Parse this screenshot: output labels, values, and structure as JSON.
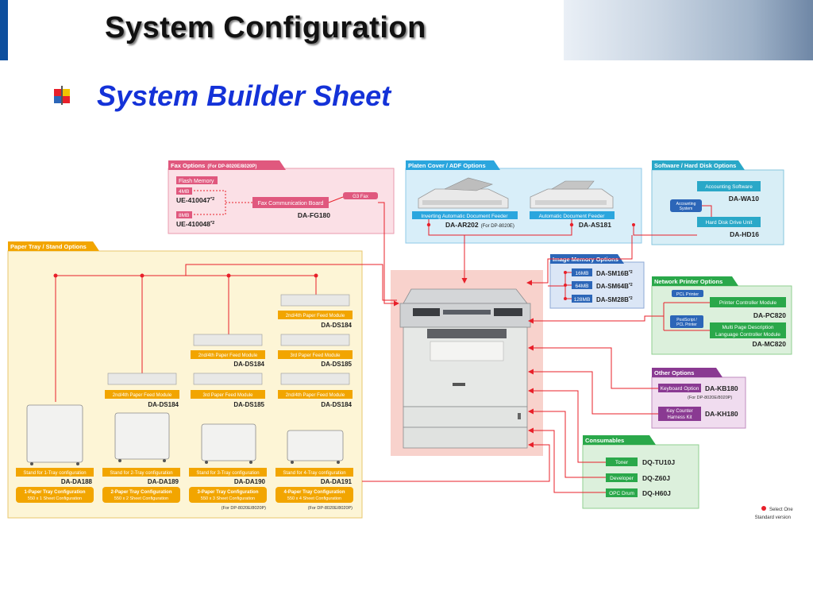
{
  "slide": {
    "title": "System Configuration",
    "subtitle": "System Builder Sheet"
  },
  "colors": {
    "header_blue": "#0e4f9e",
    "subtitle_blue": "#1432d8",
    "fax_pink": "#e0587e",
    "paper_orange": "#f2a500",
    "platen_blue": "#2ba6de",
    "software_teal": "#2aa8c8",
    "memory_blue": "#2c66b8",
    "network_green": "#2aa84a",
    "other_purple": "#8a3a92",
    "connector_red": "#e8202a"
  },
  "fax": {
    "header": "Fax Options",
    "header_note": "(For DP-8020E/8020P)",
    "flash_label": "Flash Memory",
    "mem1_size": "4MB",
    "mem1_model": "UE-410047",
    "mem1_note": "*2",
    "mem2_size": "8MB",
    "mem2_model": "UE-410048",
    "mem2_note": "*2",
    "board_label": "Fax Communication Board",
    "board_model": "DA-FG180",
    "g3_label": "G3 Fax"
  },
  "platen": {
    "header": "Platen Cover / ADF Options",
    "item1_label": "Inverting Automatic Document Feeder",
    "item1_model": "DA-AR202",
    "item1_note": "(For DP-8020E)",
    "item2_label": "Automatic Document Feeder",
    "item2_model": "DA-AS181"
  },
  "software": {
    "header": "Software / Hard Disk Options",
    "accounting_label": "Accounting Software",
    "accounting_model": "DA-WA10",
    "sub_label_1": "Accounting",
    "sub_label_2": "System",
    "hdd_label": "Hard Disk Drive Unit",
    "hdd_model": "DA-HD16"
  },
  "memory": {
    "header": "Image Memory Options",
    "items": [
      {
        "size": "16MB",
        "model": "DA-SM16B",
        "note": "*2"
      },
      {
        "size": "64MB",
        "model": "DA-SM64B",
        "note": "*2"
      },
      {
        "size": "128MB",
        "model": "DA-SM28B",
        "note": "*2"
      }
    ]
  },
  "network": {
    "header": "Network Printer Options",
    "pcl_tag": "PCL Printer",
    "ps_tag_1": "PostScript /",
    "ps_tag_2": "PCL Printer",
    "controller_label": "Printer Controller Module",
    "controller_model": "DA-PC820",
    "mpd_label_1": "Multi Page Description",
    "mpd_label_2": "Language Controller Module",
    "mpd_model": "DA-MC820"
  },
  "other": {
    "header": "Other Options",
    "keyboard_label": "Keyboard Option",
    "keyboard_model": "DA-KB180",
    "keyboard_note": "(For DP-8020E/8020P)",
    "counter_label_1": "Key Counter",
    "counter_label_2": "Harness Kit",
    "counter_model": "DA-KH180"
  },
  "consumables": {
    "header": "Consumables",
    "items": [
      {
        "label": "Toner",
        "model": "DQ-TU10J"
      },
      {
        "label": "Developer",
        "model": "DQ-Z60J"
      },
      {
        "label": "OPC Drum",
        "model": "DQ-H60J"
      }
    ]
  },
  "paper": {
    "header": "Paper Tray / Stand Options",
    "modules": {
      "m4a_label": "2nd/4th Paper Feed Module",
      "m4a_model": "DA-DS184",
      "m4b_label": "3rd Paper Feed Module",
      "m4b_model": "DA-DS185",
      "m4c_label": "2nd/4th Paper Feed Module",
      "m4c_model": "DA-DS184",
      "m3a_label": "2nd/4th Paper Feed Module",
      "m3a_model": "DA-DS184",
      "m3b_label": "3rd Paper Feed Module",
      "m3b_model": "DA-DS185",
      "m2_label": "2nd/4th Paper Feed Module",
      "m2_model": "DA-DS184"
    },
    "stands": [
      {
        "label": "Stand for 1-Tray configuration",
        "model": "DA-DA188",
        "cfg1": "1-Paper Tray Configuration",
        "cfg2": "550 x 1 Sheet Configuration",
        "note": ""
      },
      {
        "label": "Stand for 2-Tray configuration",
        "model": "DA-DA189",
        "cfg1": "2-Paper Tray Configuration",
        "cfg2": "550 x 2 Sheet Configuration",
        "note": ""
      },
      {
        "label": "Stand for 3-Tray configuration",
        "model": "DA-DA190",
        "cfg1": "3-Paper Tray Configuration",
        "cfg2": "550 x 3 Sheet Configuration",
        "note": "(For DP-8020E/8020P)"
      },
      {
        "label": "Stand for 4-Tray configuration",
        "model": "DA-DA191",
        "cfg1": "4-Paper Tray Configuration",
        "cfg2": "550 x 4 Sheet Configuration",
        "note": "(For DP-8020E/8020P)"
      }
    ]
  },
  "legend": {
    "select_one": "Select One",
    "standard": "Standard version"
  }
}
